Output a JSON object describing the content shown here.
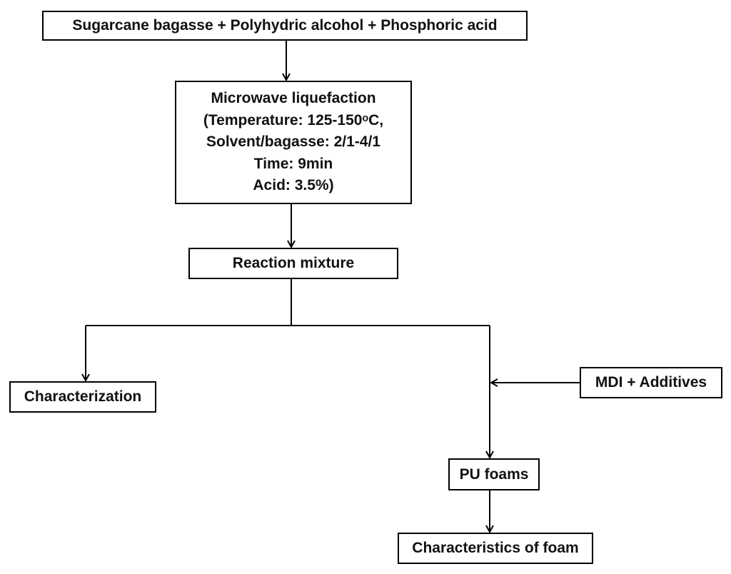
{
  "nodes": {
    "inputs": {
      "label": "Sugarcane bagasse + Polyhydric alcohol + Phosphoric acid"
    },
    "liquefaction": {
      "lines": [
        "Microwave liquefaction",
        "(Temperature: 125-150ᵒC,",
        "Solvent/bagasse: 2/1-4/1",
        "Time: 9min",
        "Acid: 3.5%)"
      ]
    },
    "reaction_mixture": {
      "label": "Reaction mixture"
    },
    "characterization": {
      "label": "Characterization"
    },
    "mdi_additives": {
      "label": "MDI + Additives"
    },
    "pu_foams": {
      "label": "PU foams"
    },
    "foam_characteristics": {
      "label": "Characteristics of foam"
    }
  },
  "colors": {
    "stroke": "#000000",
    "text": "#111111",
    "background": "#ffffff"
  }
}
